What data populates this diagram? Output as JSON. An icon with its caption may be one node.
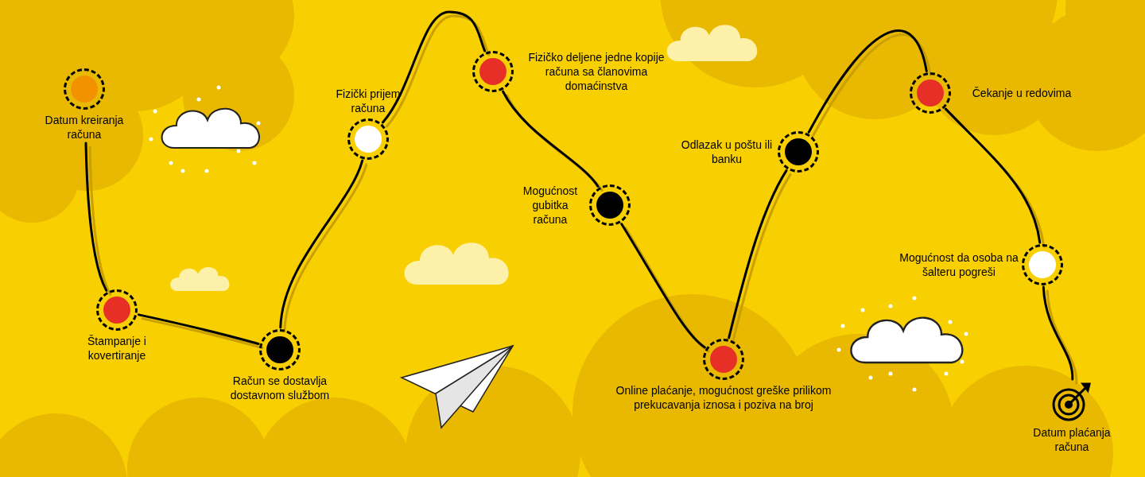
{
  "diagram": {
    "nodes": [
      {
        "text": [
          "Datum kreiranja računa"
        ]
      },
      {
        "text": [
          "Štampanje i kovertiranje"
        ]
      },
      {
        "text": [
          "Račun se dostavlja dostavnom službom"
        ]
      },
      {
        "text": [
          "Fizički prijem računa"
        ]
      },
      {
        "text": [
          "Fizičko deljene jedne kopije računa sa članovima domaćinstva"
        ]
      },
      {
        "text": [
          "Mogućnost gubitka računa"
        ]
      },
      {
        "text": [
          "Online plaćanje, mogućnost greške prilikom prekucavanja iznosa i poziva na broj"
        ]
      },
      {
        "text": [
          "Odlazak u poštu ili banku"
        ]
      },
      {
        "text": [
          "Čekanje u redovima"
        ]
      },
      {
        "text": [
          "Mogućnost da osoba na šalteru pogreši"
        ]
      },
      {
        "text": [
          "Datum plaćanja računa"
        ]
      }
    ],
    "edges": [
      {
        "from": 0,
        "to": 1,
        "arrow": "none"
      },
      {
        "from": 1,
        "to": 2,
        "arrow": "none"
      },
      {
        "from": 2,
        "to": 3,
        "arrow": "none"
      },
      {
        "from": 3,
        "to": 4,
        "arrow": "none"
      },
      {
        "from": 4,
        "to": 5,
        "arrow": "none"
      },
      {
        "from": 5,
        "to": 6,
        "arrow": "none"
      },
      {
        "from": 6,
        "to": 7,
        "arrow": "none"
      },
      {
        "from": 7,
        "to": 8,
        "arrow": "none"
      },
      {
        "from": 8,
        "to": 9,
        "arrow": "none"
      },
      {
        "from": 9,
        "to": 10,
        "arrow": "none"
      }
    ]
  }
}
